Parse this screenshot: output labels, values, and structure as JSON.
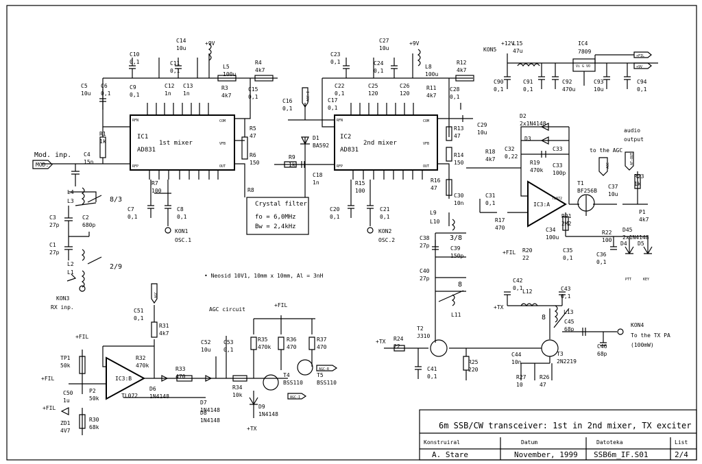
{
  "title": "6m SSB/CW transceiver: 1st in 2nd mixer, TX exciter",
  "title_block": {
    "author_label": "Konstruiral",
    "author": "A. Stare",
    "date_label": "Datum",
    "date": "November, 1999",
    "file_label": "Datoteka",
    "file": "SSB6m_IF.S01",
    "sheet_label": "List",
    "sheet": "2/4"
  },
  "notes": {
    "coil_note": "• Neosid 10V1, 10mm x 10mm, Al = 3nH",
    "agc_circuit": "AGC circuit",
    "crystal_filter": "Crystal filter",
    "crystal_fo": "fo = 6,0MHz",
    "crystal_bw": "Bw = 2,4kHz",
    "to_agc": "to the AGC",
    "audio_output_1": "audio",
    "audio_output_2": "output",
    "mod_inp": "Mod. inp.",
    "rx_inp": "RX inp.",
    "to_tx_pa_1": "To the TX PA",
    "to_tx_pa_2": "(100mW)"
  },
  "ics": {
    "ic1": {
      "ref": "IC1",
      "part": "AD831",
      "label": "1st mixer"
    },
    "ic2": {
      "ref": "IC2",
      "part": "AD831",
      "label": "2nd mixer"
    },
    "ic3a": {
      "ref": "IC3:A",
      "part": "TL072"
    },
    "ic3b": {
      "ref": "IC3:B",
      "part": "TL072"
    },
    "ic4": {
      "ref": "IC4",
      "part": "7809"
    }
  },
  "ports": {
    "mod": "MOD.",
    "agc": "AGC",
    "afout": "AF-OUT",
    "fil": "+FIL",
    "v9": "+9V",
    "agcr": "AGC-R",
    "agci": "AGC-I",
    "ptt": "PTT",
    "key": "KEY"
  },
  "connectors": {
    "kon1": "KON1",
    "osc1": "OSC.1",
    "kon2": "KON2",
    "osc2": "OSC.2",
    "kon3": "KON3",
    "kon4": "KON4",
    "kon5": "KON5"
  },
  "supplies": {
    "p9v": "+9V",
    "p12v": "+12V",
    "pfil": "+FIL",
    "ptx": "+TX"
  },
  "coil_turns": {
    "l3": "8/3",
    "l1": "2/9",
    "l9": "3/8",
    "l11": "8",
    "l13": "8"
  },
  "parts_upper": [
    [
      "C10",
      "0,1"
    ],
    [
      "C14",
      "10u"
    ],
    [
      "C11",
      "0,1"
    ],
    [
      "L5",
      "100u"
    ],
    [
      "R4",
      "4k7"
    ],
    [
      "C5",
      "10u"
    ],
    [
      "C6",
      "0,1"
    ],
    [
      "C9",
      "0,1"
    ],
    [
      "C12",
      "1n"
    ],
    [
      "C13",
      "1n"
    ],
    [
      "R3",
      "4k7"
    ],
    [
      "C15",
      "0,1"
    ],
    [
      "R5",
      "47"
    ],
    [
      "R6",
      "150"
    ],
    [
      "R8",
      ""
    ],
    [
      "R1",
      "1k"
    ],
    [
      "C4",
      "15n"
    ],
    [
      "R7",
      "100"
    ],
    [
      "C7",
      "0,1"
    ],
    [
      "C8",
      "0,1"
    ],
    [
      "C16",
      "0,1"
    ],
    [
      "D1",
      "BA592"
    ],
    [
      "R9",
      "1k"
    ],
    [
      "C18",
      "1n"
    ],
    [
      "C17",
      "0,1"
    ],
    [
      "C23",
      "0,1"
    ],
    [
      "C27",
      "10u"
    ],
    [
      "C24",
      "0,1"
    ],
    [
      "L8",
      "100u"
    ],
    [
      "R12",
      "4k7"
    ],
    [
      "C22",
      "0,1"
    ],
    [
      "C25",
      "120"
    ],
    [
      "C26",
      "120"
    ],
    [
      "R11",
      "4k7"
    ],
    [
      "C28",
      "0,1"
    ],
    [
      "C29",
      "10u"
    ],
    [
      "R13",
      "47"
    ],
    [
      "R14",
      "150"
    ],
    [
      "R16",
      "47"
    ],
    [
      "R15",
      "100"
    ],
    [
      "C20",
      "0,1"
    ],
    [
      "C21",
      "0,1"
    ]
  ],
  "parts_right": [
    [
      "C90",
      "0,1"
    ],
    [
      "C91",
      "0,1"
    ],
    [
      "L15",
      "47u"
    ],
    [
      "C92",
      "470u"
    ],
    [
      "C93",
      "10u"
    ],
    [
      "C94",
      "0,1"
    ],
    [
      "D2",
      "2x1N4148"
    ],
    [
      "D3",
      ""
    ],
    [
      "R18",
      "4k7"
    ],
    [
      "C32",
      "0,22"
    ],
    [
      "C33",
      ""
    ],
    [
      "R19",
      "470k"
    ],
    [
      "C33v",
      "100p"
    ],
    [
      "C30",
      "10n"
    ],
    [
      "C31",
      "0,1"
    ],
    [
      "R17",
      "470"
    ],
    [
      "R21",
      "2M2"
    ],
    [
      "C34",
      "100u"
    ],
    [
      "R20",
      "22"
    ],
    [
      "C35",
      "0,1"
    ],
    [
      "T1",
      "BF256B"
    ],
    [
      "C37",
      "10u"
    ],
    [
      "R23",
      "1k"
    ],
    [
      "P1",
      "4k7"
    ],
    [
      "R22",
      "100"
    ],
    [
      "D45",
      "2x1N4148"
    ],
    [
      "D4",
      ""
    ],
    [
      "D5",
      ""
    ],
    [
      "C36",
      "0,1"
    ]
  ],
  "parts_lower": [
    [
      "L4",
      ""
    ],
    [
      "L3",
      ""
    ],
    [
      "C3",
      "27p"
    ],
    [
      "C2",
      "680p"
    ],
    [
      "C1",
      "27p"
    ],
    [
      "L2",
      ""
    ],
    [
      "L1",
      ""
    ],
    [
      "L9",
      ""
    ],
    [
      "L10",
      ""
    ],
    [
      "C38",
      "27p"
    ],
    [
      "C39",
      "150p"
    ],
    [
      "C40",
      "27p"
    ],
    [
      "L11",
      ""
    ],
    [
      "C42",
      "0,1"
    ],
    [
      "L12",
      ""
    ],
    [
      "C43",
      "0,1"
    ],
    [
      "L13",
      ""
    ],
    [
      "C45",
      "68p"
    ],
    [
      "C46",
      "68p"
    ],
    [
      "T2",
      "J310"
    ],
    [
      "R24",
      "22"
    ],
    [
      "C41",
      "0,1"
    ],
    [
      "R25",
      "220"
    ],
    [
      "T3",
      "2N2219"
    ],
    [
      "C44",
      "10n"
    ],
    [
      "R27",
      "10"
    ],
    [
      "R26",
      "47"
    ],
    [
      "C51",
      "0,1"
    ],
    [
      "R31",
      "4k7"
    ],
    [
      "R32",
      "470k"
    ],
    [
      "TP1",
      "50k"
    ],
    [
      "C50",
      "1u"
    ],
    [
      "P2",
      "50k"
    ],
    [
      "ZD1",
      "4V7"
    ],
    [
      "R30",
      "68k"
    ],
    [
      "D6",
      "1N4148"
    ],
    [
      "R33",
      "470"
    ],
    [
      "C52",
      "10u"
    ],
    [
      "C53",
      "0,1"
    ],
    [
      "D7",
      "1N4148"
    ],
    [
      "D8",
      "1N4148"
    ],
    [
      "R34",
      "10k"
    ],
    [
      "R35",
      "470k"
    ],
    [
      "R36",
      "470"
    ],
    [
      "R37",
      "470"
    ],
    [
      "T4",
      "BSS110"
    ],
    [
      "T5",
      "BSS110"
    ],
    [
      "D9",
      "1N4148"
    ]
  ]
}
